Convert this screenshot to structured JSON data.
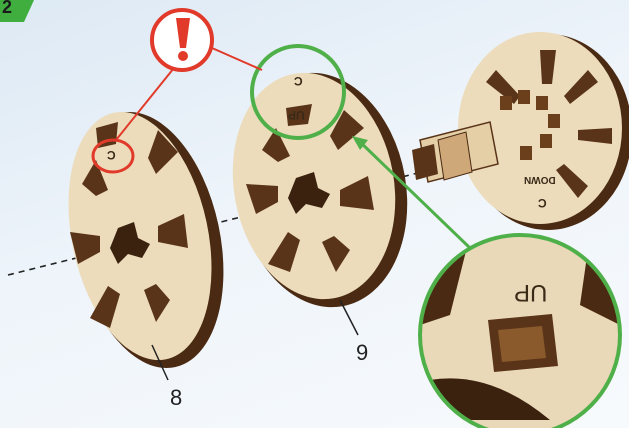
{
  "step": {
    "number": "2",
    "badge_color": "#3fae3f"
  },
  "parts": [
    {
      "id": "part-8",
      "label": "8"
    },
    {
      "id": "part-9",
      "label": "9"
    }
  ],
  "engravings": {
    "c_left": "C",
    "c_mid": "C",
    "up_mid": "UP",
    "up_zoom": "UP",
    "c_right": "C",
    "down_right": "DOWN"
  },
  "colors": {
    "warning": "#e23a2a",
    "highlight": "#4fb04a",
    "wood_face": "#ead9b8",
    "wood_edge": "#5a3418"
  },
  "icons": {
    "warning": "exclamation-icon"
  }
}
